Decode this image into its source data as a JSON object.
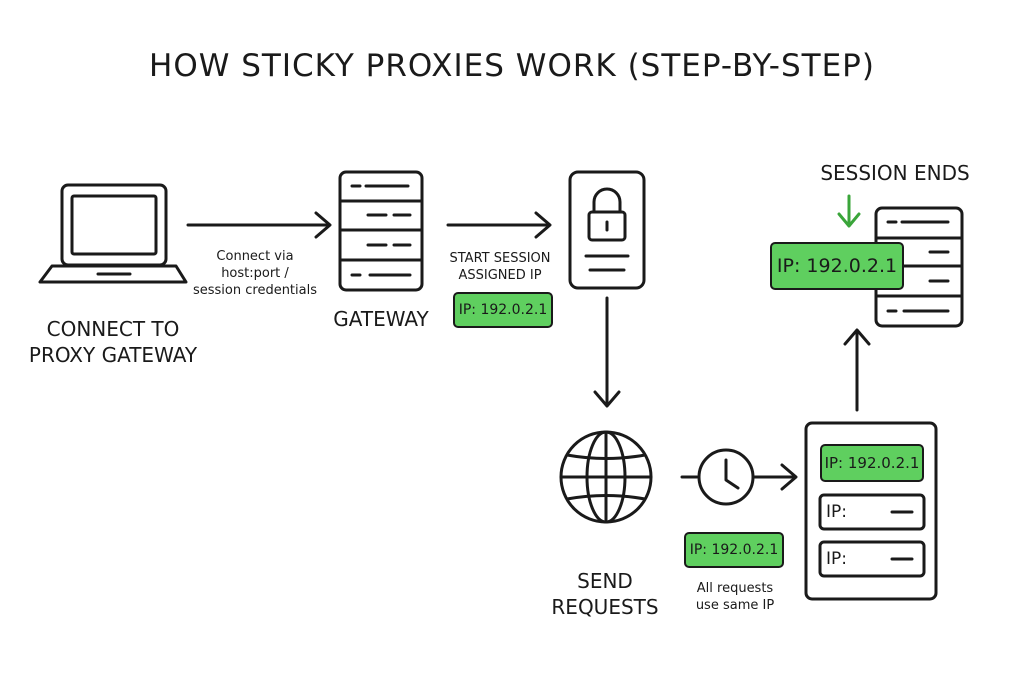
{
  "title": "HOW STICKY PROXIES WORK (STEP-BY-STEP)",
  "steps": {
    "connect": {
      "label_line1": "CONNECT TO",
      "label_line2": "PROXY GATEWAY"
    },
    "connect_note": {
      "line1": "Connect via",
      "line2": "host:port /",
      "line3": "session credentials"
    },
    "gateway": {
      "label": "GATEWAY"
    },
    "session_start": {
      "line1": "START SESSION",
      "line2": "ASSIGNED IP",
      "ip_badge": "IP: 192.0.2.1"
    },
    "send_requests": {
      "label_line1": "SEND",
      "label_line2": "REQUESTS"
    },
    "same_ip": {
      "ip_badge": "IP: 192.0.2.1",
      "line1": "All requests",
      "line2": "use same IP"
    },
    "request_list": {
      "slot1": "IP: 192.0.2.1",
      "slot2": "IP:",
      "slot3": "IP:"
    },
    "session_end": {
      "label": "SESSION ENDS",
      "ip_badge": "IP: 192.0.2.1"
    }
  },
  "colors": {
    "accent_green": "#5fcf5f",
    "ink": "#1a1a1a",
    "arrow_green": "#3aa53a"
  },
  "icons": [
    "laptop-icon",
    "server-icon",
    "lock-phone-icon",
    "globe-icon",
    "clock-icon",
    "server-stack-icon"
  ]
}
